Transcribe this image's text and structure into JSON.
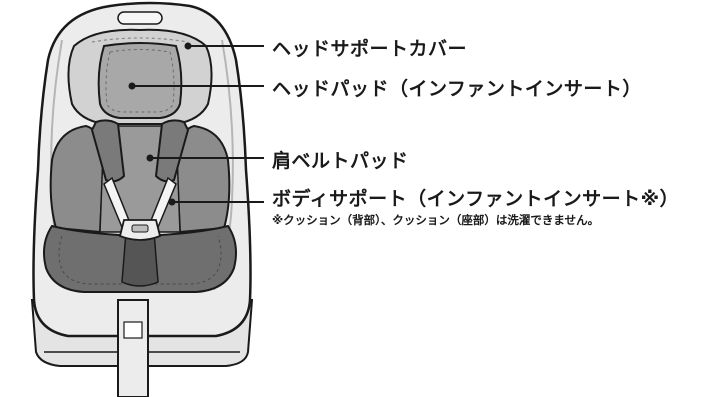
{
  "diagram": {
    "colors": {
      "shell": "#ececec",
      "headCover": "#d2d2d2",
      "headPad": "#a8a8a8",
      "shoulderPad": "#9a9a9a",
      "bodySupport": "#8c8c8c",
      "seatCushion": "#6f6f6f",
      "outline": "#1a1a1a"
    },
    "labels": {
      "head_support_cover": "ヘッドサポートカバー",
      "head_pad": "ヘッドパッド（インファントインサート）",
      "shoulder_belt_pad": "肩ベルトパッド",
      "body_support": "ボディサポート（インファントインサート※）",
      "note": "※クッション（背部）、クッション（座部）は洗濯できません。"
    }
  }
}
